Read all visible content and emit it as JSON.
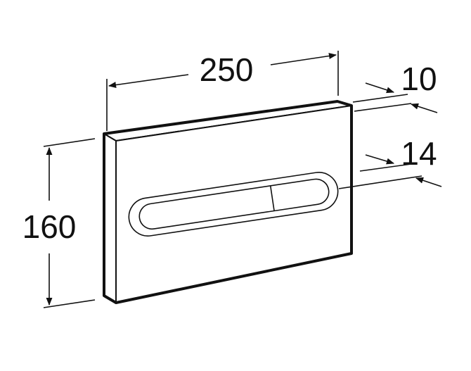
{
  "dimensions": {
    "width": "250",
    "height": "160",
    "depth": "10",
    "button_depth": "14"
  },
  "colors": {
    "line": "#111111",
    "background": "#ffffff"
  }
}
